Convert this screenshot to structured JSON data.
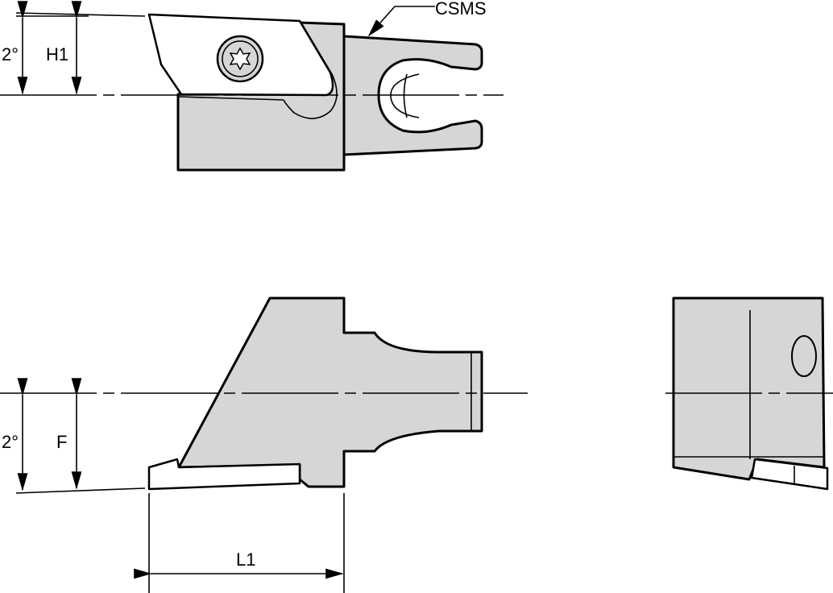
{
  "labels": {
    "callout": "CSMS",
    "top_angle": "2°",
    "top_height": "H1",
    "bottom_angle": "2°",
    "bottom_height": "F",
    "length": "L1"
  },
  "colors": {
    "part_fill": "#d6d6d6",
    "insert_fill": "#ffffff",
    "line": "#000000"
  }
}
